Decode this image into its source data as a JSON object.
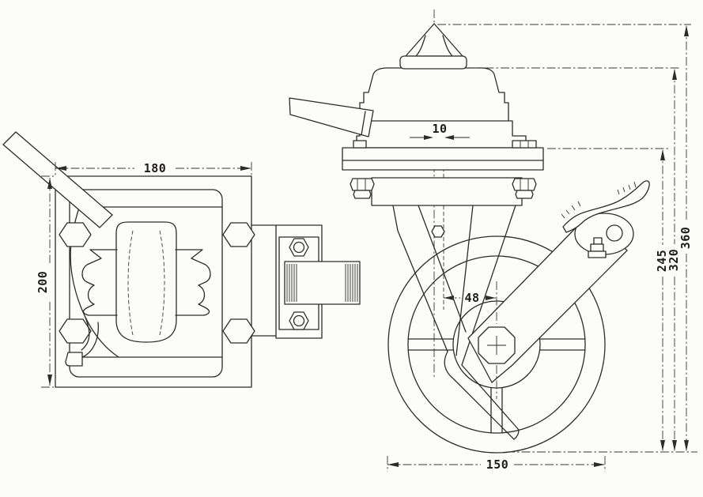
{
  "meta": {
    "subject": "Industrial swivel caster with brake pedal - two-view technical line drawing",
    "paper_color": "#fcfcfa",
    "ink_color": "#2e2c28"
  },
  "dimensions": {
    "top_plate_width": "180",
    "top_plate_depth": "200",
    "axis_offset": "10",
    "fork_offset": "48",
    "wheel_diameter": "150",
    "plate_top_height": "245",
    "collar_height": "320",
    "overall_height": "360"
  }
}
